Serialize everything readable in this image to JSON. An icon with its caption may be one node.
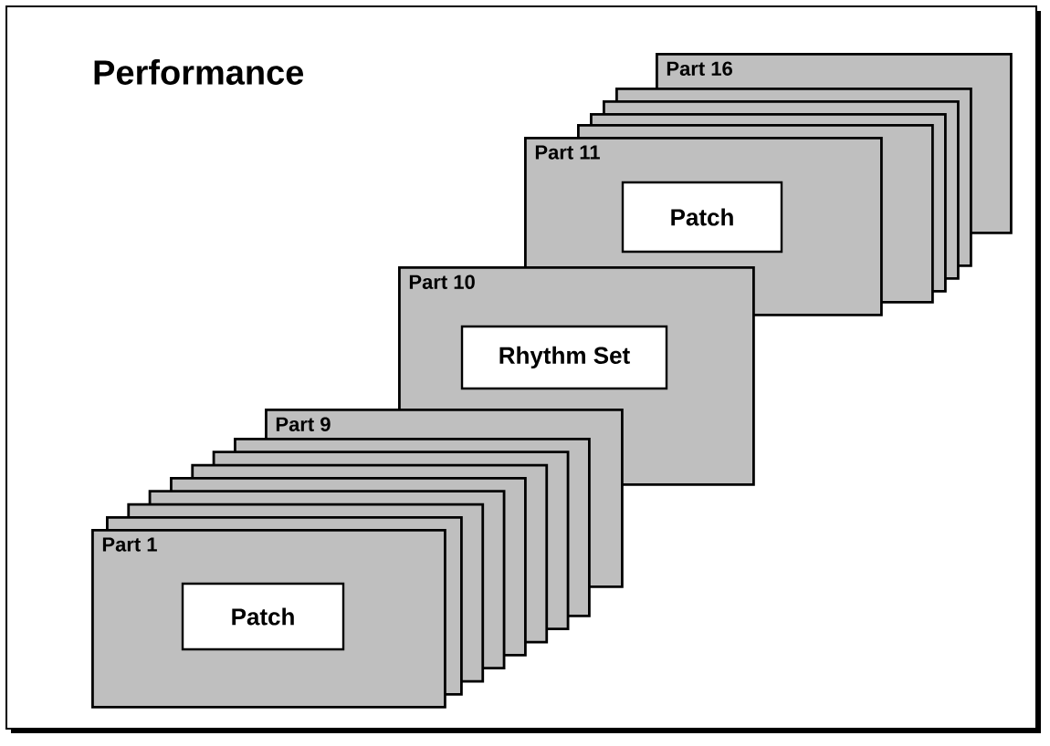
{
  "diagram": {
    "nodes": [
      {
        "text": [
          "Performance"
        ]
      },
      {
        "text": [
          "Part 16"
        ],
        "in": 0
      },
      {
        "text": [],
        "shape": "box",
        "in": 0
      },
      {
        "text": [],
        "shape": "box",
        "in": 0
      },
      {
        "text": [],
        "shape": "box",
        "in": 0
      },
      {
        "text": [],
        "shape": "box",
        "in": 0
      },
      {
        "text": [
          "Part 11"
        ],
        "in": 0
      },
      {
        "text": [
          "Patch"
        ]
      },
      {
        "text": [
          "Part 10"
        ],
        "in": 0
      },
      {
        "text": [
          "Rhythm Set"
        ],
        "in": 8
      },
      {
        "text": [
          "Part 9"
        ],
        "in": 0
      },
      {
        "text": [],
        "shape": "box",
        "in": 0
      },
      {
        "text": [],
        "shape": "box",
        "in": 0
      },
      {
        "text": [],
        "shape": "box",
        "in": 0
      },
      {
        "text": [],
        "shape": "box",
        "in": 0
      },
      {
        "text": [],
        "shape": "box",
        "in": 0
      },
      {
        "text": [],
        "shape": "box",
        "in": 0
      },
      {
        "text": [],
        "shape": "box",
        "in": 0
      },
      {
        "text": [
          "Part 1"
        ],
        "in": 0
      },
      {
        "text": [
          "Patch"
        ]
      }
    ]
  }
}
